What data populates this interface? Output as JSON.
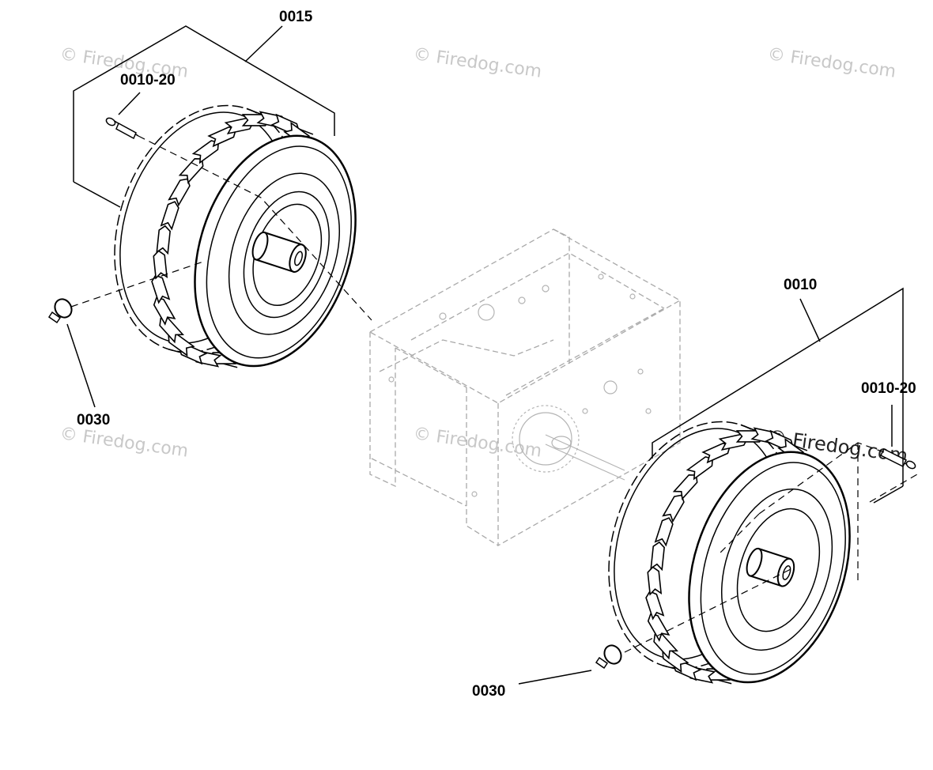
{
  "diagram": {
    "labels": {
      "left_assembly": "0015",
      "left_pin": "0010-20",
      "left_clip": "0030",
      "right_assembly": "0010",
      "right_pin": "0010-20",
      "right_clip": "0030"
    },
    "watermarks": [
      "© Firedog.com",
      "© Firedog.com",
      "© Firedog.com",
      "© Firedog.com",
      "© Firedog.com",
      "© Firedog.com"
    ],
    "colors": {
      "ink": "#000000",
      "ghost": "#a9a9a9",
      "watermark": "#c8c8c8"
    }
  }
}
